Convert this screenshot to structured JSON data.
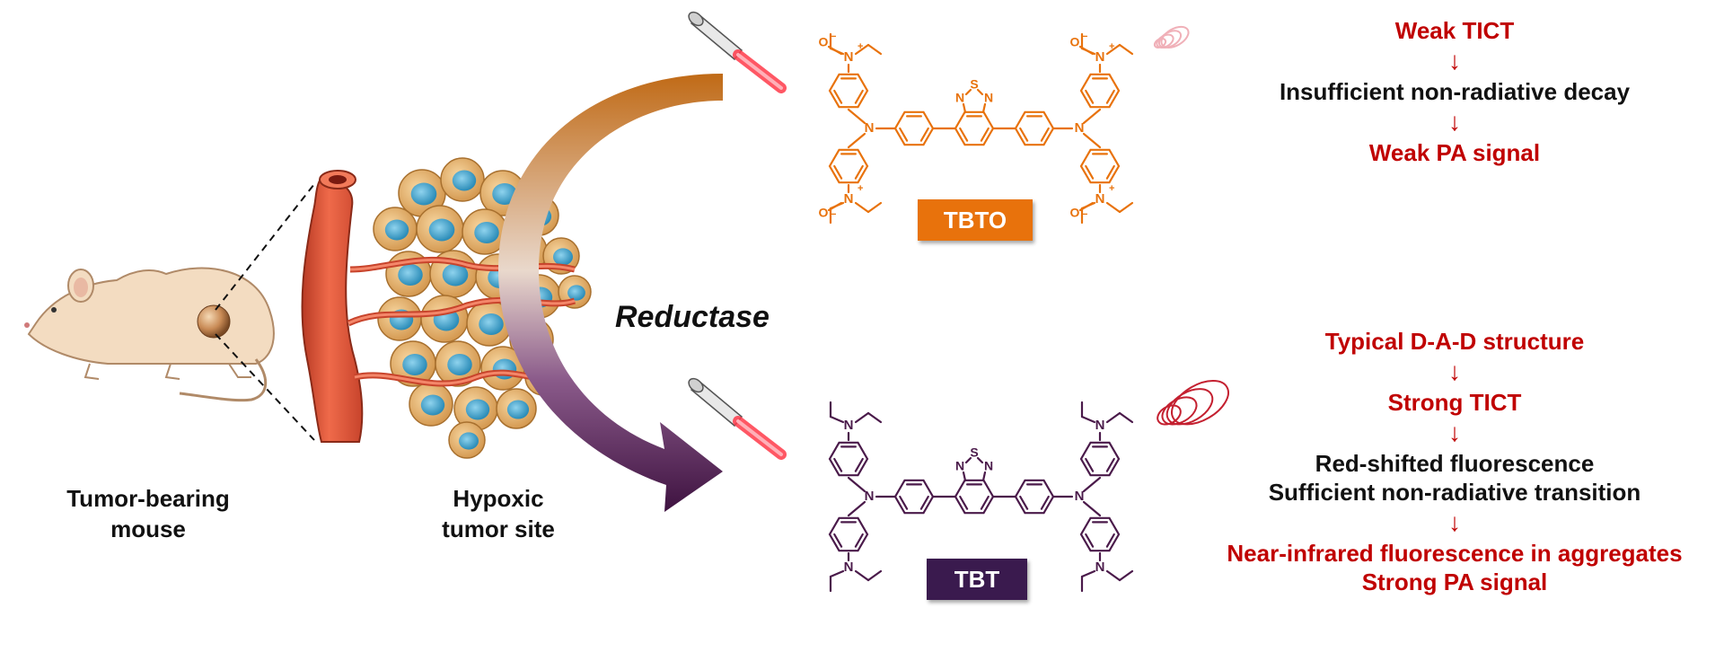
{
  "captions": {
    "mouse_line1": "Tumor-bearing",
    "mouse_line2": "mouse",
    "tumor_line1": "Hypoxic",
    "tumor_line2": "tumor site"
  },
  "reductase_label": "Reductase",
  "molecules": {
    "top": {
      "name": "TBTO",
      "color": "#e8720c",
      "box_color": "#e8720c"
    },
    "bottom": {
      "name": "TBT",
      "color": "#4a1a4a",
      "box_color": "#3a1a4e"
    }
  },
  "atoms": {
    "N": "N",
    "S": "S",
    "O_minus": "O",
    "minus": "−",
    "plus": "+"
  },
  "top_flow": {
    "line1": "Weak TICT",
    "line2": "Insufficient non-radiative decay",
    "line3": "Weak PA signal",
    "arrow": "↓"
  },
  "bottom_flow": {
    "line1": "Typical D-A-D structure",
    "line2": "Strong TICT",
    "line3": "Red-shifted fluorescence",
    "line4": "Sufficient non-radiative transition",
    "line5": "Near-infrared fluorescence in aggregates",
    "line6": "Strong PA signal",
    "arrow": "↓"
  },
  "colors": {
    "red_text": "#c00000",
    "orange": "#e8720c",
    "purple": "#4a1a4a",
    "vessel": "#e5603f",
    "cell_body": "#e8b06a",
    "cell_nucleus": "#3a9fc8",
    "mouse_body": "#f3dcc1"
  }
}
